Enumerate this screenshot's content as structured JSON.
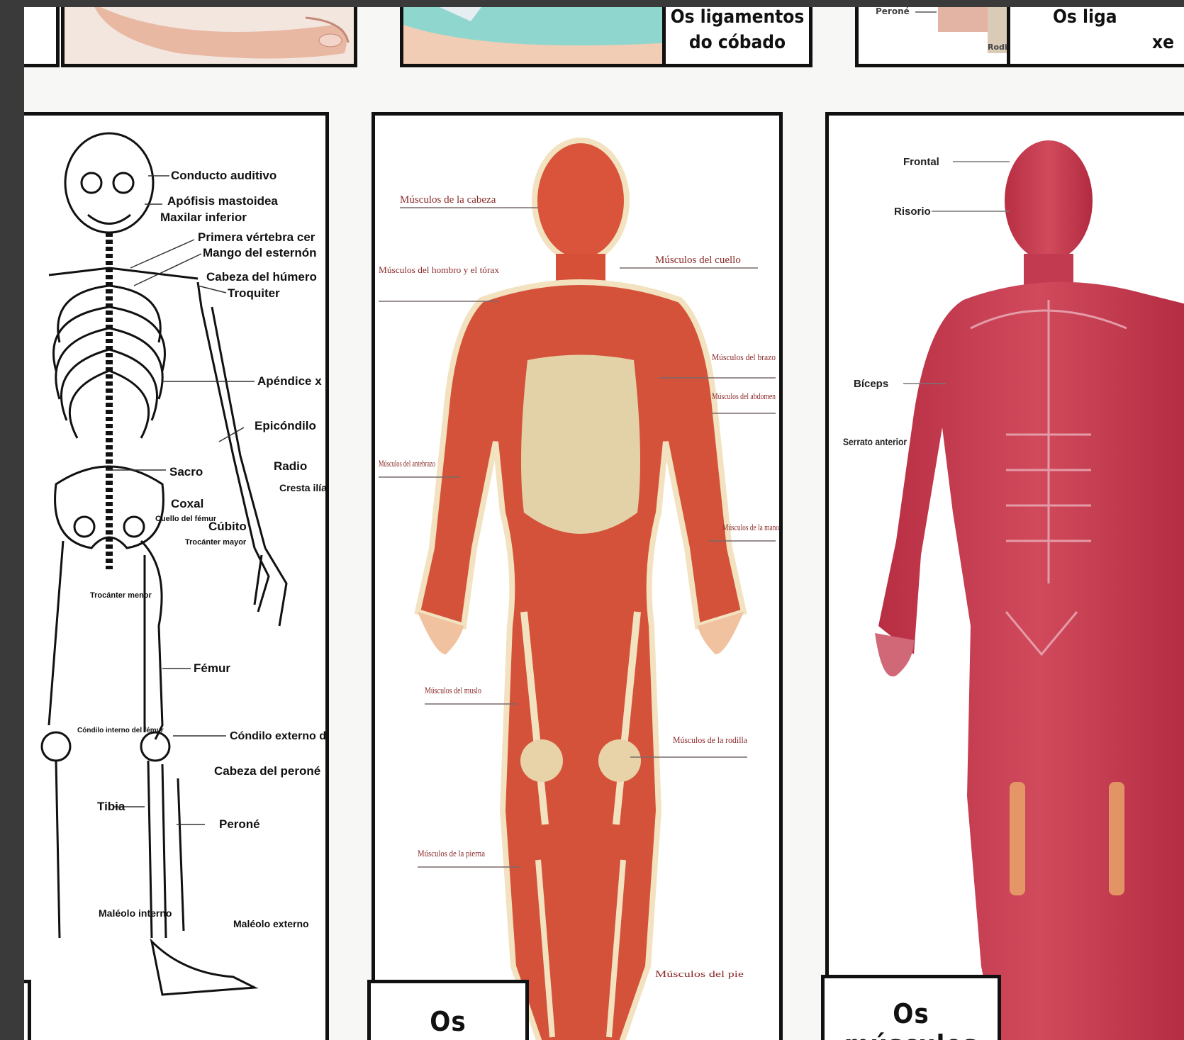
{
  "top_row": {
    "card2_label_line1": "Os ligamentos",
    "card2_label_line2": "do cóbado",
    "card3_label_line1": "Os liga",
    "card3_label_line2": "xe",
    "card3_small_1": "Peroné",
    "card3_small_2": "Rodi"
  },
  "skeleton": {
    "labels": [
      "Conducto auditivo",
      "Apófisis mastoidea",
      "Maxilar inferior",
      "Primera vértebra cer",
      "Mango del esternón",
      "Cabeza del húmero",
      "Troquiter",
      "Apéndice x",
      "Epicóndilo",
      "Radio",
      "Sacro",
      "Cresta ilíaca",
      "Coxal",
      "Cuello del fémur",
      "Cúbito",
      "Trocánter mayor",
      "Trocánter menor",
      "Fémur",
      "Cóndilo interno del fémur",
      "Cóndilo externo del fémur",
      "Cabeza del peroné",
      "Tibia",
      "Peroné",
      "Maléolo interno",
      "Maléolo externo"
    ]
  },
  "tendons": {
    "title": "Os tendóns",
    "labels": [
      "Músculos de la cabeza",
      "Músculos del cuello",
      "Músculos del hombro y el tórax",
      "Músculos del brazo",
      "Músculos del abdomen",
      "Músculos del antebrazo",
      "Músculos de la mano",
      "Músculos del muslo",
      "Músculos de la rodilla",
      "Músculos de la pierna",
      "Músculos del pie"
    ]
  },
  "muscles": {
    "title": "Os músculos",
    "labels": [
      "Frontal",
      "Risorio",
      "Bíceps",
      "Serrato anterior"
    ]
  }
}
